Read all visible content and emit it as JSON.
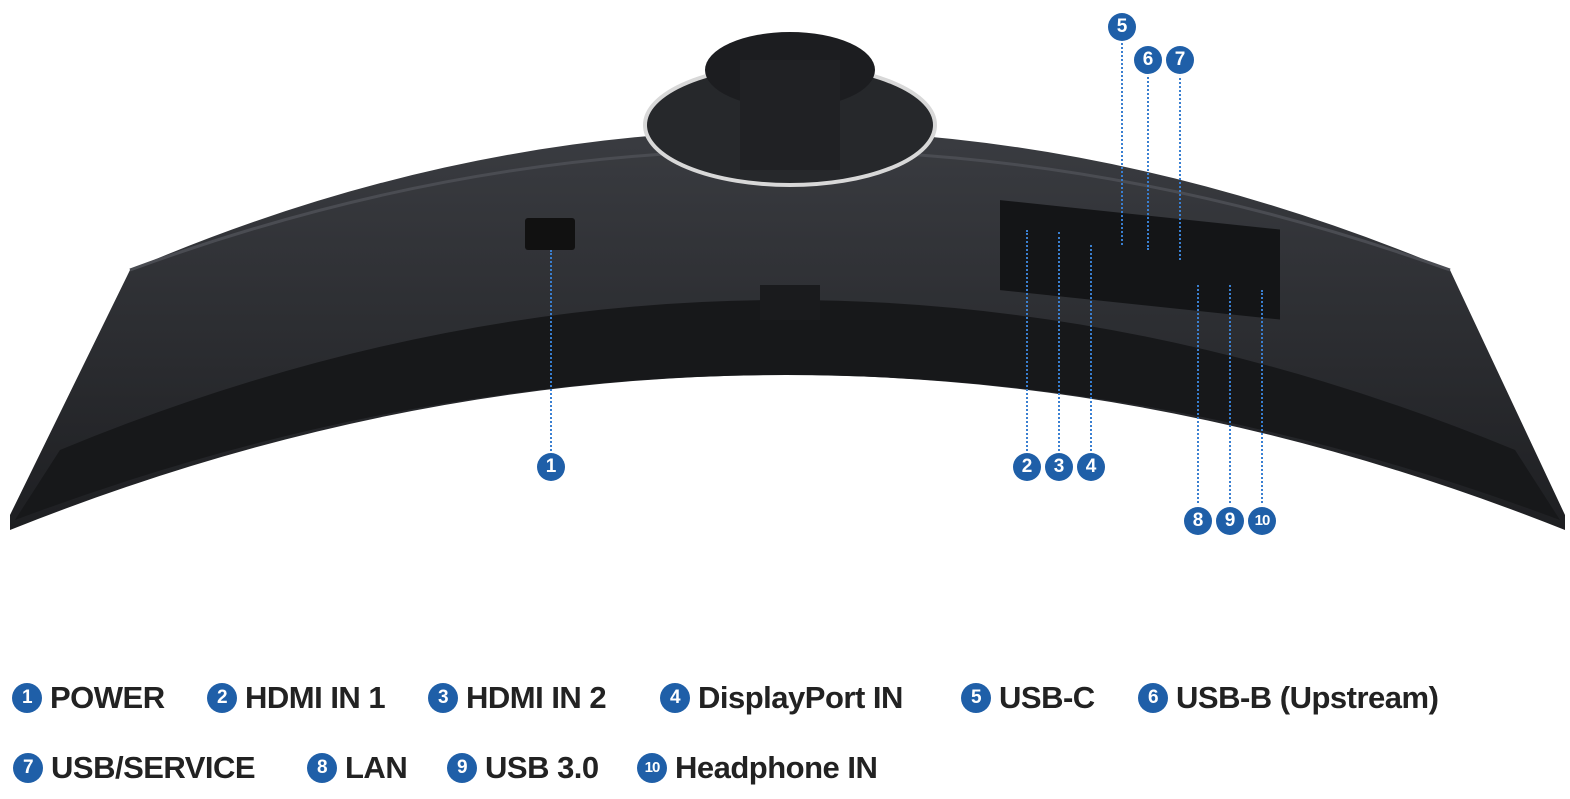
{
  "ports": [
    {
      "num": "1",
      "label": "POWER"
    },
    {
      "num": "2",
      "label": "HDMI IN 1"
    },
    {
      "num": "3",
      "label": "HDMI IN 2"
    },
    {
      "num": "4",
      "label": "DisplayPort IN"
    },
    {
      "num": "5",
      "label": "USB-C"
    },
    {
      "num": "6",
      "label": "USB-B (Upstream)"
    },
    {
      "num": "7",
      "label": "USB/SERVICE"
    },
    {
      "num": "8",
      "label": "LAN"
    },
    {
      "num": "9",
      "label": "USB 3.0"
    },
    {
      "num": "10",
      "label": "Headphone IN"
    }
  ],
  "colors": {
    "badge": "#1f5fa8",
    "body": "#2b2d31"
  }
}
